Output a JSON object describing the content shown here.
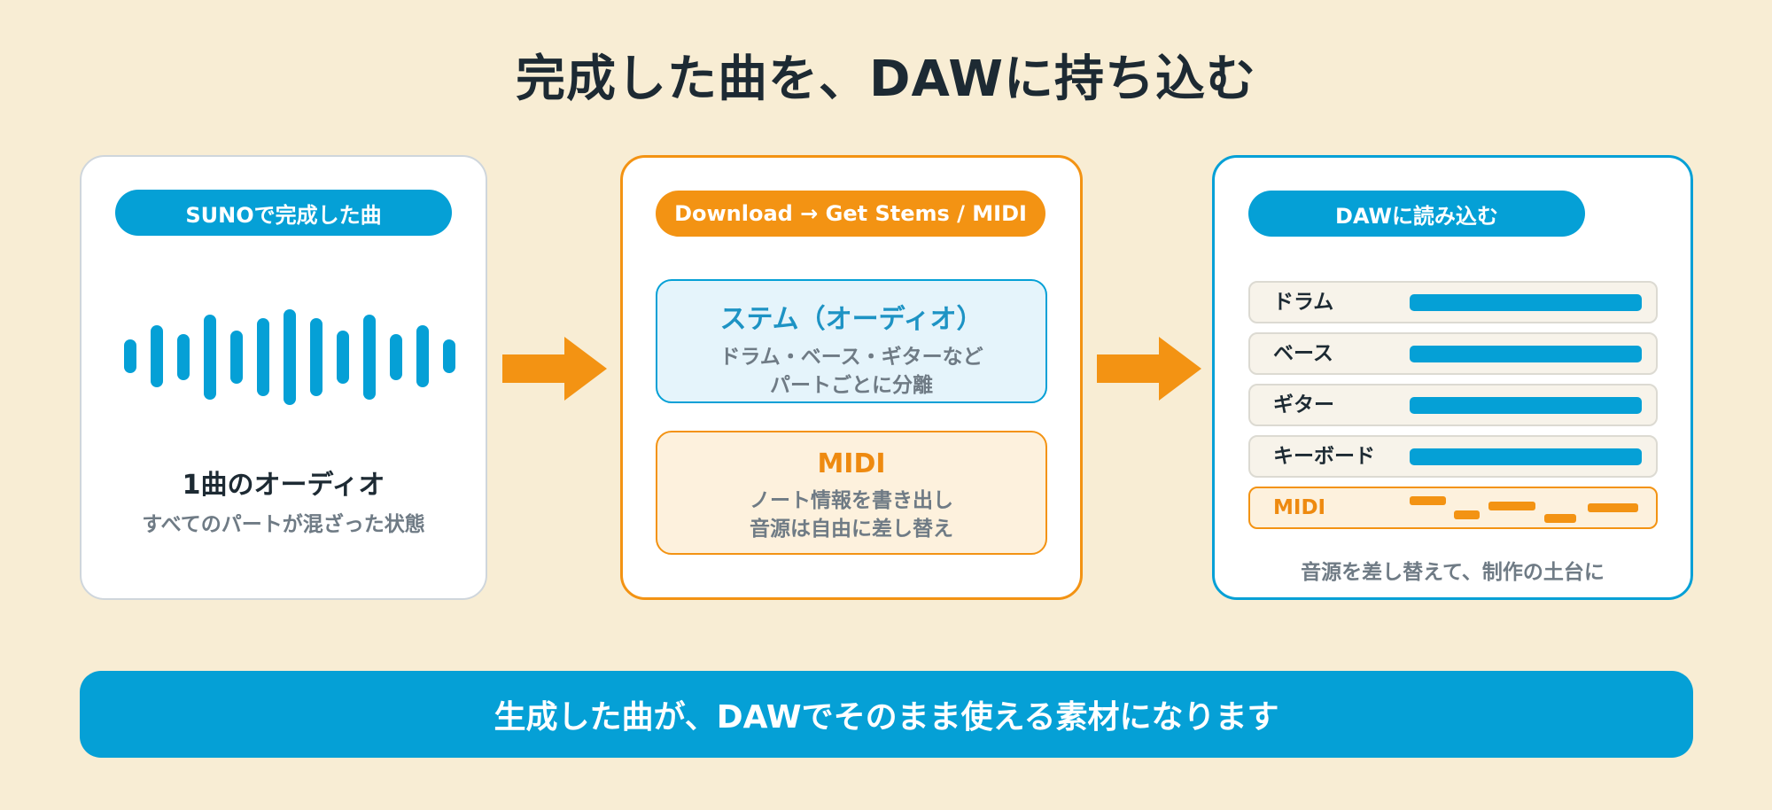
{
  "title": "完成した曲を、DAWに持ち込む",
  "colors": {
    "background": "#f8edd4",
    "blue": "#05a0d6",
    "orange": "#f39313",
    "text_dark": "#1d2a33",
    "text_gray": "#6f7b85"
  },
  "card1": {
    "pill": "SUNOで完成した曲",
    "icon": "waveform-icon",
    "main": "1曲のオーディオ",
    "sub": "すべてのパートが混ざった状態"
  },
  "card2": {
    "pill": "Download → Get Stems / MIDI",
    "stems": {
      "head": "ステム（オーディオ）",
      "line1": "ドラム・ベース・ギターなど",
      "line2": "パートごとに分離"
    },
    "midi": {
      "head": "MIDI",
      "line1": "ノート情報を書き出し",
      "line2": "音源は自由に差し替え"
    }
  },
  "card3": {
    "pill": "DAWに読み込む",
    "tracks": [
      {
        "label": "ドラム"
      },
      {
        "label": "ベース"
      },
      {
        "label": "ギター"
      },
      {
        "label": "キーボード"
      },
      {
        "label": "MIDI"
      }
    ],
    "footer": "音源を差し替えて、制作の土台に"
  },
  "banner": "生成した曲が、DAWでそのまま使える素材になります"
}
